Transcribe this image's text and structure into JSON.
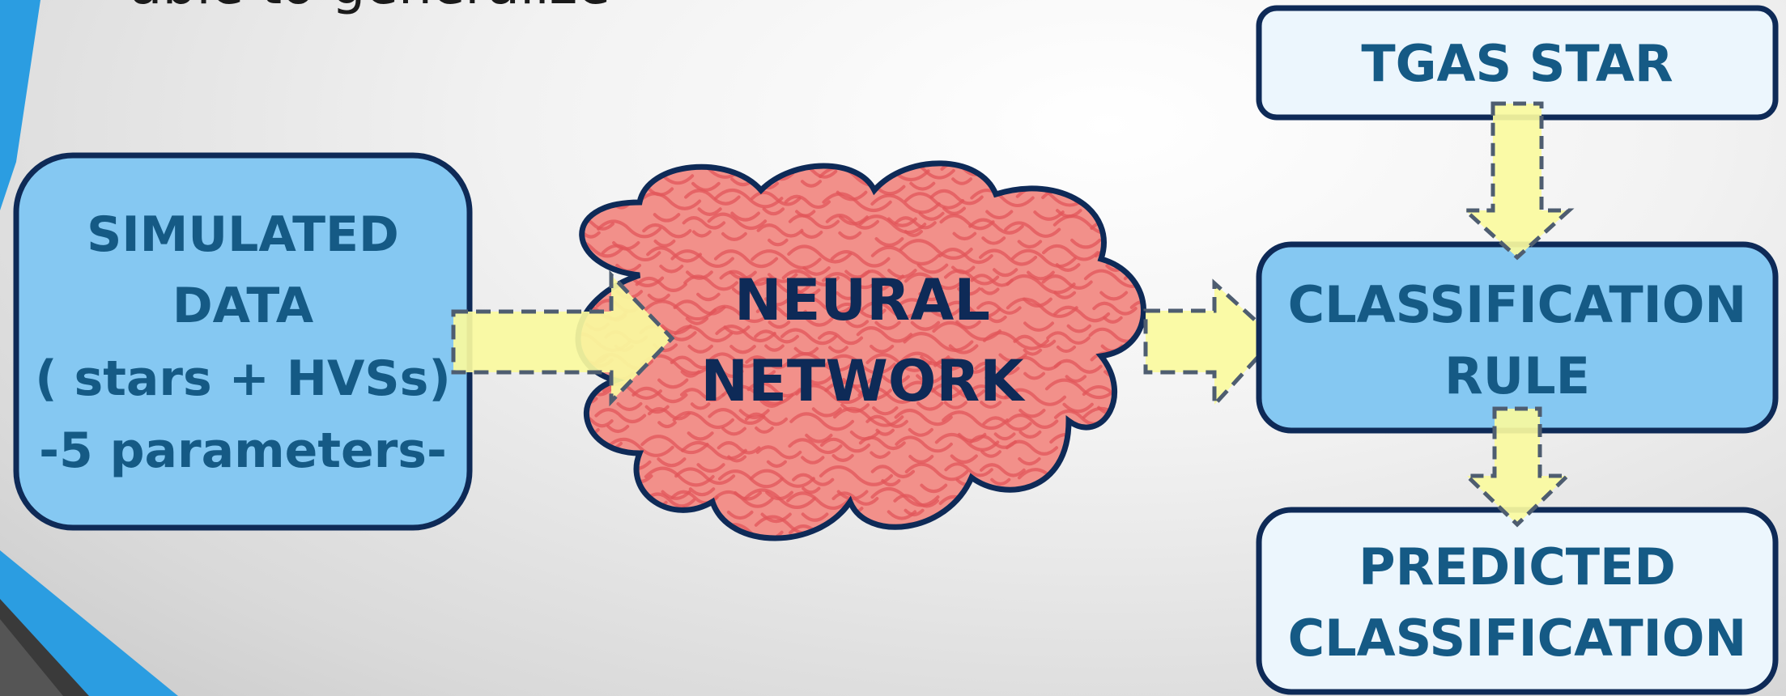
{
  "slide": {
    "partial_title": "able to generalize"
  },
  "diagram": {
    "input_box": {
      "lines": [
        "SIMULATED",
        "DATA",
        "( stars + HVSs)",
        "-5 parameters-"
      ]
    },
    "network": {
      "lines": [
        "NEURAL",
        "NETWORK"
      ]
    },
    "tgas_box": {
      "lines": [
        "TGAS STAR"
      ]
    },
    "rule_box": {
      "lines": [
        "CLASSIFICATION",
        "RULE"
      ]
    },
    "prediction_box": {
      "lines": [
        "PREDICTED",
        "CLASSIFICATION"
      ]
    }
  },
  "colors": {
    "box_fill": "#85c8f2",
    "box_light_fill": "#ecf6fd",
    "box_border": "#0e2a57",
    "box_text": "#155a85",
    "network_text": "#0e2a57",
    "brain_fill": "#f2908a",
    "brain_gyri": "#e2555a",
    "arrow_fill": "#fafa9e",
    "arrow_border": "#4e5d70",
    "accent_blue": "#2b9de1"
  }
}
